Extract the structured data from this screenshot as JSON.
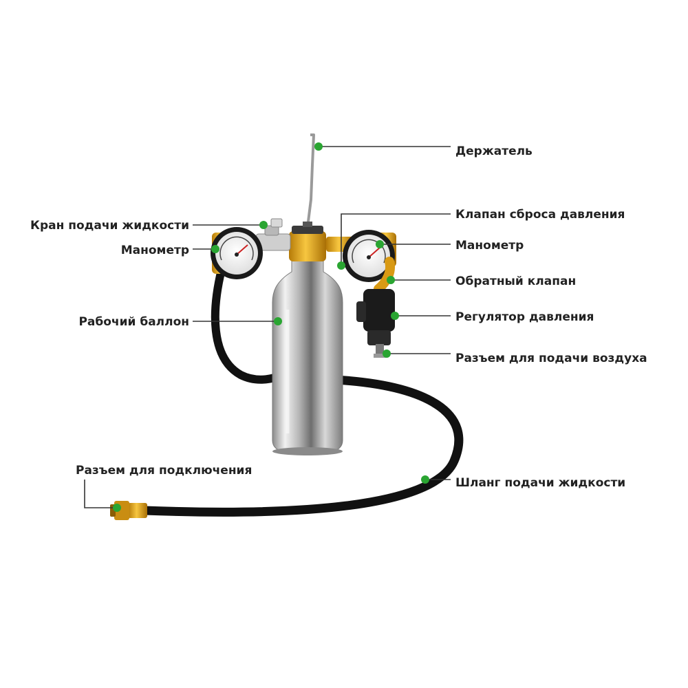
{
  "colors": {
    "background": "#ffffff",
    "label_text": "#222222",
    "leader_line": "#333333",
    "marker_dot": "#2aa532",
    "hose": "#111111",
    "brass": "#e2a21a",
    "gauge_rim": "#1a1a1a",
    "cylinder_steel": "#c9c9c9"
  },
  "labels": {
    "holder": "Держатель",
    "liquid_valve": "Кран подачи жидкости",
    "relief_valve": "Клапан сброса давления",
    "gauge_left": "Манометр",
    "gauge_right": "Манометр",
    "check_valve": "Обратный клапан",
    "working_cylinder": "Рабочий баллон",
    "pressure_regulator": "Регулятор давления",
    "air_inlet": "Разъем для подачи воздуха",
    "connection_fitting": "Разъем для подключения",
    "liquid_hose": "Шланг подачи жидкости"
  }
}
